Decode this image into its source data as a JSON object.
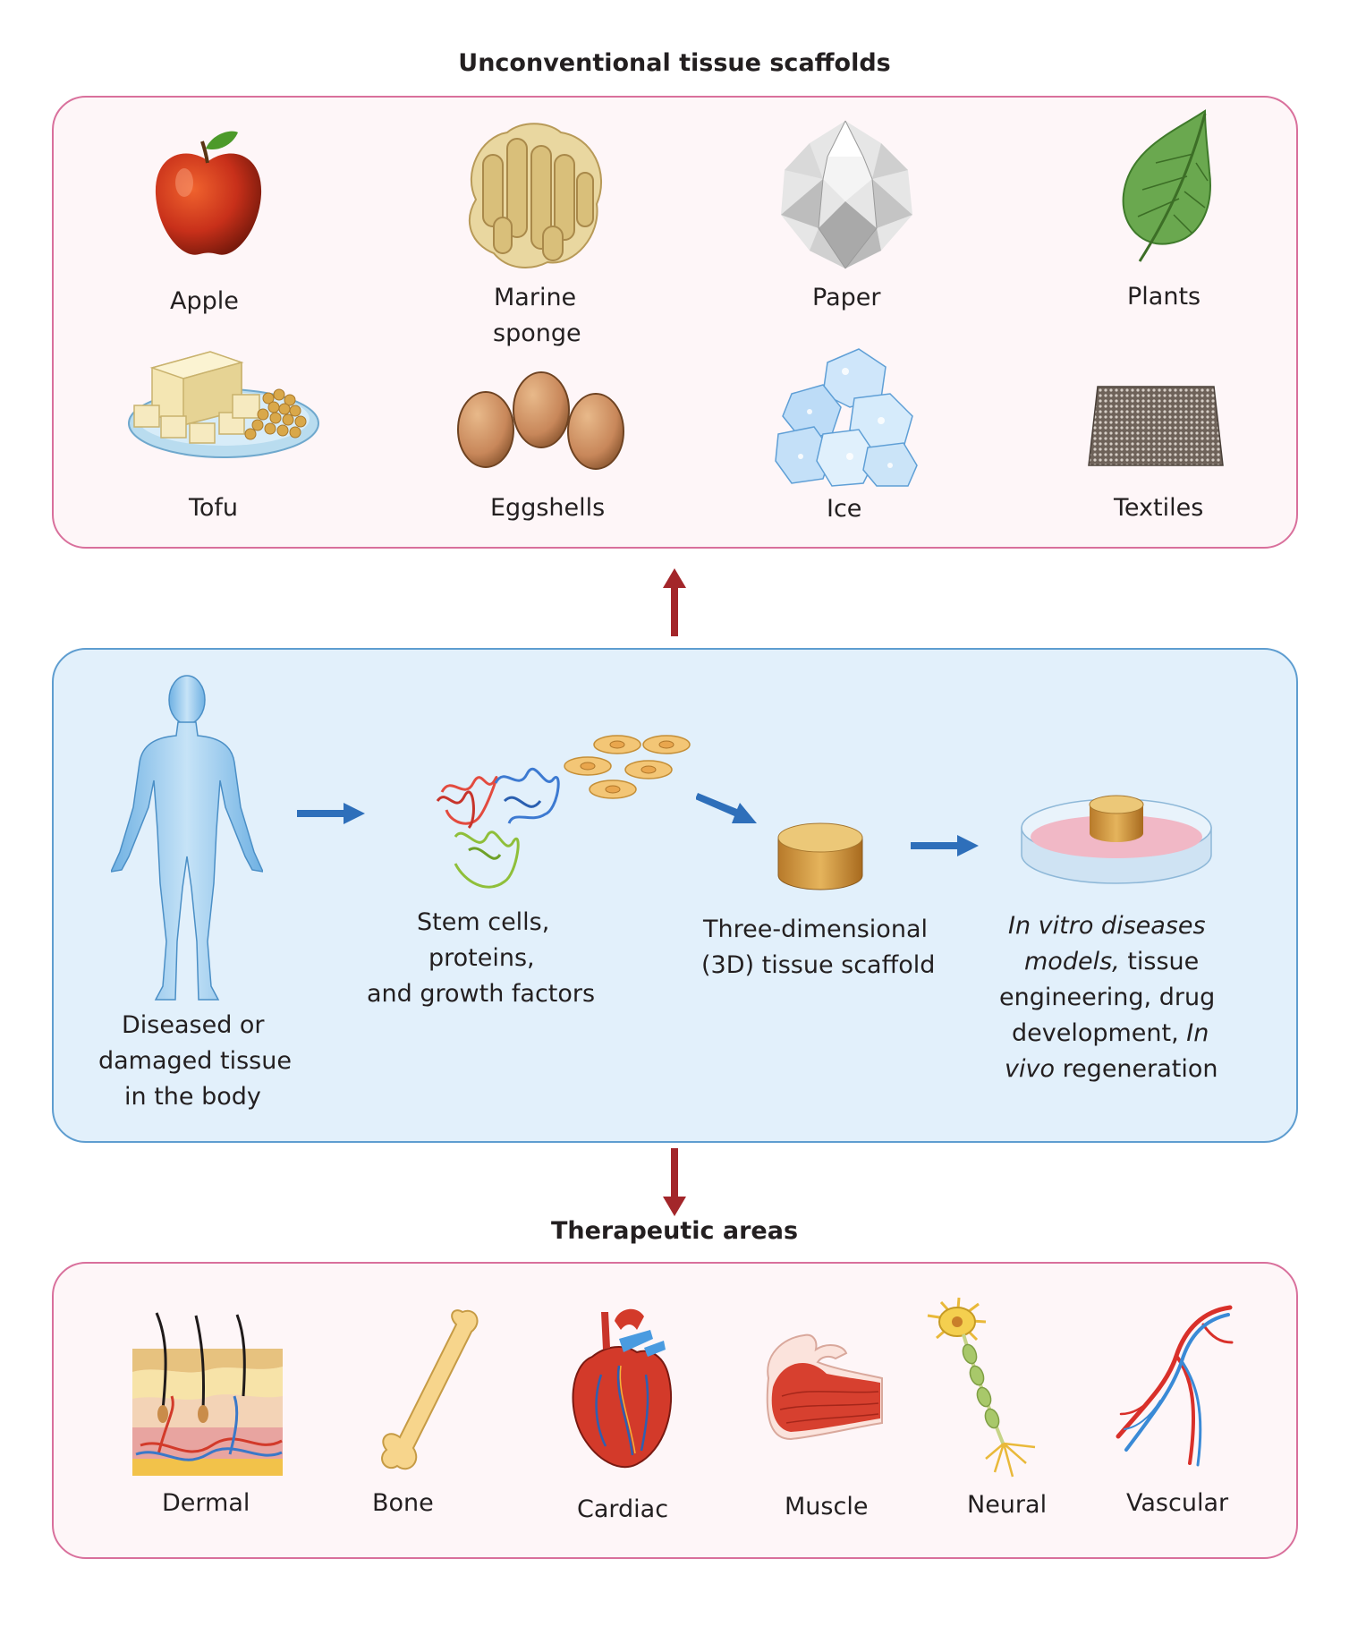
{
  "top": {
    "title": "Unconventional tissue scaffolds",
    "items": {
      "apple": "Apple",
      "marine_line1": "Marine",
      "marine_line2": "sponge",
      "paper": "Paper",
      "plants": "Plants",
      "tofu": "Tofu",
      "eggshells": "Eggshells",
      "ice": "Ice",
      "textiles": "Textiles"
    }
  },
  "middle": {
    "body": [
      "Diseased or",
      "damaged tissue",
      "in the body"
    ],
    "stem": [
      "Stem cells,",
      "proteins,",
      "and growth factors"
    ],
    "scaffold": [
      "Three-dimensional",
      "(3D) tissue scaffold"
    ],
    "vitro": {
      "l1": "In vitro diseases",
      "l2a": "models,",
      "l2b": " tissue",
      "l3": "engineering, drug",
      "l4a": "development, ",
      "l4b": "In",
      "l5a": "vivo",
      "l5b": " regeneration"
    }
  },
  "bottom": {
    "title": "Therapeutic areas",
    "items": {
      "dermal": "Dermal",
      "bone": "Bone",
      "cardiac": "Cardiac",
      "muscle": "Muscle",
      "neural": "Neural",
      "vascular": "Vascular"
    }
  },
  "colors": {
    "pink_border": "#d9709c",
    "blue_border": "#5e9dd0",
    "red_arrow": "#a3262a",
    "blue_arrow": "#2e6fba"
  }
}
